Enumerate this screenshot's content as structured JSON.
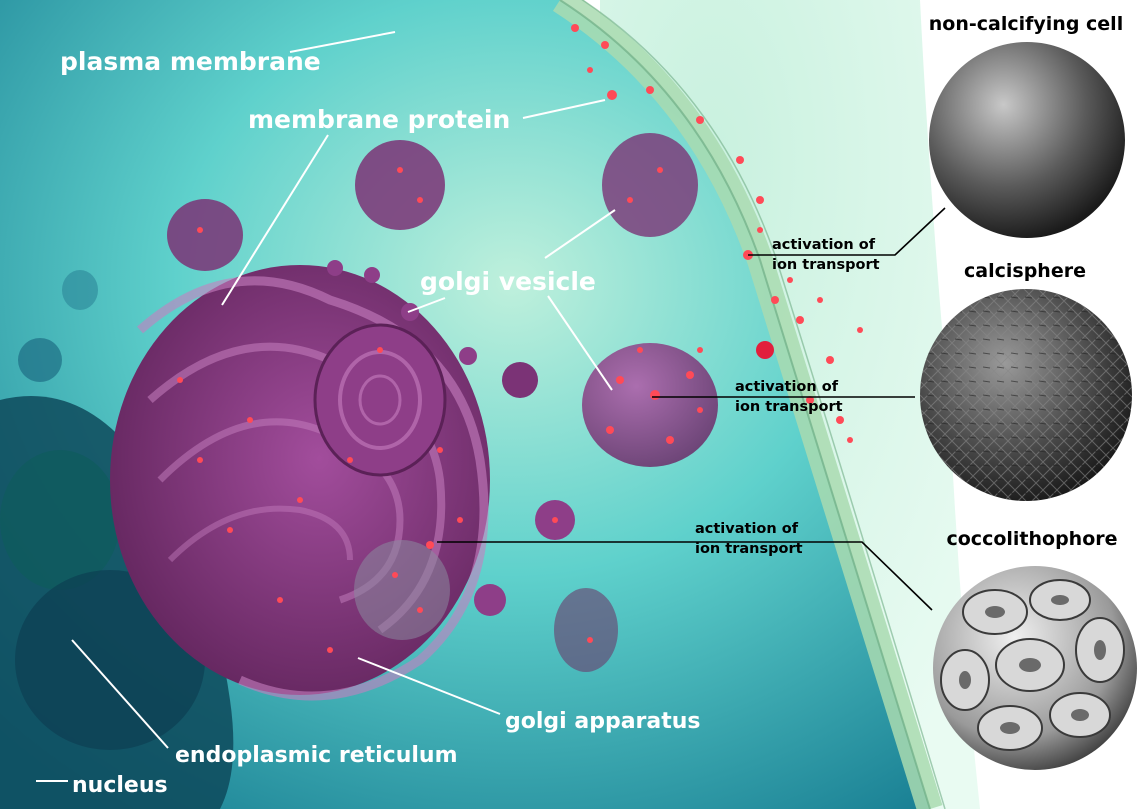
{
  "labels": {
    "plasma_membrane": "plasma membrane",
    "membrane_protein": "membrane protein",
    "golgi_vesicle": "golgi vesicle",
    "golgi_apparatus": "golgi apparatus",
    "endoplasmic_reticulum": "endoplasmic reticulum",
    "nucleus": "nucleus"
  },
  "transport_labels": [
    {
      "line1": "activation of",
      "line2": "ion transport"
    },
    {
      "line1": "activation of",
      "line2": "ion transport"
    },
    {
      "line1": "activation of",
      "line2": "ion transport"
    }
  ],
  "cell_types": [
    {
      "title": "non-calcifying cell",
      "texture": "smooth"
    },
    {
      "title": "calcisphere",
      "texture": "crystalline"
    },
    {
      "title": "coccolithophore",
      "texture": "coccoliths"
    }
  ],
  "colors": {
    "cytoplasm": "#5cc9c8",
    "golgi": "#8a3a84",
    "ion_dots": "#ff4a57",
    "membrane": "#a8d9b0"
  }
}
